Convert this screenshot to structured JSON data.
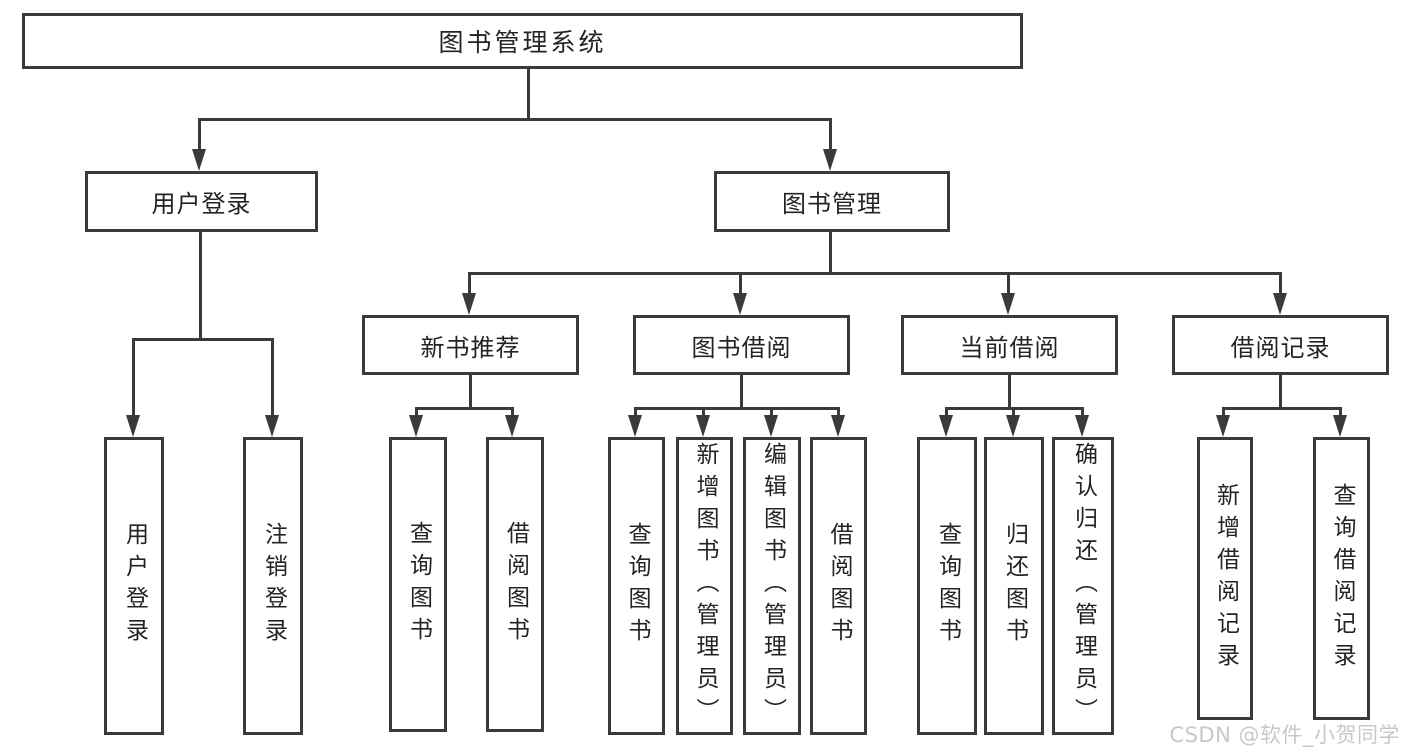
{
  "tree": {
    "root": {
      "label": "图书管理系统"
    },
    "branches": [
      {
        "label": "用户登录",
        "children": [
          {
            "label": "用户登录"
          },
          {
            "label": "注销登录"
          }
        ]
      },
      {
        "label": "图书管理",
        "children": [
          {
            "label": "新书推荐",
            "children": [
              {
                "label": "查询图书"
              },
              {
                "label": "借阅图书"
              }
            ]
          },
          {
            "label": "图书借阅",
            "children": [
              {
                "label": "查询图书"
              },
              {
                "label": "新增图书（管理员）"
              },
              {
                "label": "编辑图书（管理员）"
              },
              {
                "label": "借阅图书"
              }
            ]
          },
          {
            "label": "当前借阅",
            "children": [
              {
                "label": "查询图书"
              },
              {
                "label": "归还图书"
              },
              {
                "label": "确认归还（管理员）"
              }
            ]
          },
          {
            "label": "借阅记录",
            "children": [
              {
                "label": "新增借阅记录"
              },
              {
                "label": "查询借阅记录"
              }
            ]
          }
        ]
      }
    ]
  },
  "watermark": {
    "text": "CSDN @软件_小贺同学"
  },
  "colors": {
    "line": "#3a3a3a",
    "text": "#242424",
    "watermark": "#c8c8c8",
    "background": "#ffffff"
  }
}
